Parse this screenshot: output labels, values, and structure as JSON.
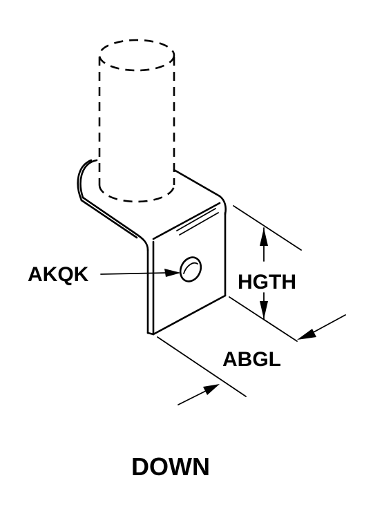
{
  "labels": {
    "hole": "AKQK",
    "height": "HGTH",
    "length": "ABGL",
    "orientation": "DOWN"
  }
}
